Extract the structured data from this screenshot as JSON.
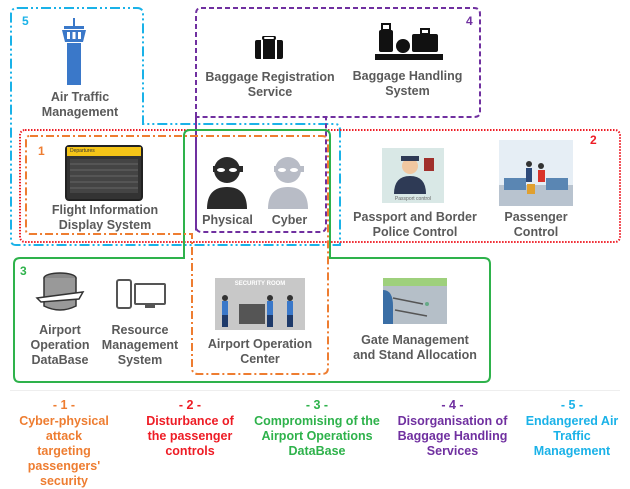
{
  "title": "Airport cyber-physical threat scenarios",
  "colors": {
    "scenario1": "#ee7d31",
    "scenario2": "#ee1c25",
    "scenario3": "#2eb24b",
    "scenario4": "#7030a0",
    "scenario5": "#1ab2e8",
    "label_text": "#5a5a5a",
    "tower_blue": "#3a78c9"
  },
  "groups": [
    {
      "id": "1",
      "number": "1"
    },
    {
      "id": "2",
      "number": "2"
    },
    {
      "id": "3",
      "number": "3"
    },
    {
      "id": "4",
      "number": "4"
    },
    {
      "id": "5",
      "number": "5"
    }
  ],
  "nodes": {
    "air_traffic": {
      "label_line1": "Air Traffic",
      "label_line2": "Management",
      "icon": "control-tower-icon"
    },
    "baggage_registration": {
      "label_line1": "Baggage Registration",
      "label_line2": "Service",
      "icon": "suitcase-icon"
    },
    "baggage_handling": {
      "label_line1": "Baggage Handling",
      "label_line2": "System",
      "icon": "baggage-conveyor-icon"
    },
    "fids": {
      "label_line1": "Flight Information",
      "label_line2": "Display System",
      "icon": "departures-board-icon",
      "board_title": "Departures"
    },
    "physical": {
      "label": "Physical",
      "icon": "attacker-physical-icon"
    },
    "cyber": {
      "label": "Cyber",
      "icon": "attacker-cyber-icon"
    },
    "passport": {
      "label_line1": "Passport and Border",
      "label_line2": "Police Control",
      "icon": "passport-officer-icon",
      "image_caption": "Passport control"
    },
    "passenger_control": {
      "label_line1": "Passenger",
      "label_line2": "Control",
      "icon": "check-in-counter-icon"
    },
    "aodb": {
      "label_line1": "Airport",
      "label_line2": "Operation",
      "label_line3": "DataBase",
      "icon": "database-plane-icon"
    },
    "rms": {
      "label_line1": "Resource",
      "label_line2": "Management",
      "label_line3": "System",
      "icon": "devices-icon"
    },
    "aoc": {
      "label_line1": "Airport Operation",
      "label_line2": "Center",
      "icon": "security-room-icon",
      "image_caption": "SECURITY ROOM"
    },
    "gate": {
      "label_line1": "Gate Management",
      "label_line2": "and Stand Allocation",
      "icon": "gate-map-icon"
    }
  },
  "legend": [
    {
      "number": "- 1 -",
      "line1": "Cyber-physical attack",
      "line2": "targeting passengers'",
      "line3": "security"
    },
    {
      "number": "- 2 -",
      "line1": "Disturbance of",
      "line2": "the passenger",
      "line3": "controls"
    },
    {
      "number": "- 3 -",
      "line1": "Compromising of the",
      "line2": "Airport Operations",
      "line3": "DataBase"
    },
    {
      "number": "- 4 -",
      "line1": "Disorganisation of",
      "line2": "Baggage Handling",
      "line3": "Services"
    },
    {
      "number": "- 5 -",
      "line1": "Endangered Air",
      "line2": "Traffic",
      "line3": "Management"
    }
  ]
}
